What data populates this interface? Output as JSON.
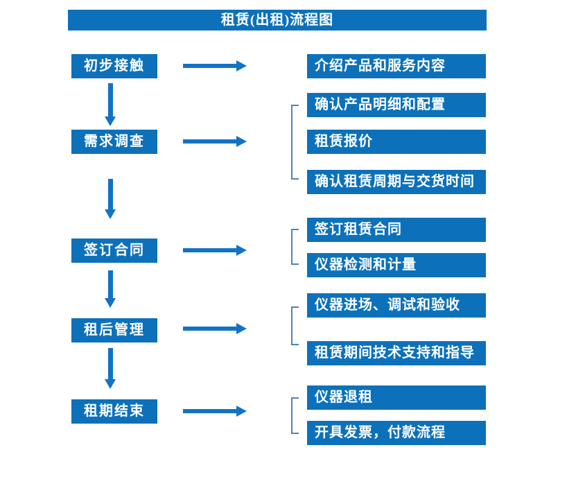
{
  "title": "租赁(出租)流程图",
  "colors": {
    "box_blue": "#0C71BA",
    "arrow_blue": "#1273C4",
    "bracket_blue": "#4F81BD",
    "text_white": "#FFFFFF"
  },
  "steps": [
    {
      "label": "初步接触",
      "outputs": [
        "介绍产品和服务内容"
      ]
    },
    {
      "label": "需求调查",
      "outputs": [
        "确认产品明细和配置",
        "租赁报价",
        "确认租赁周期与交货时间"
      ]
    },
    {
      "label": "签订合同",
      "outputs": [
        "签订租赁合同",
        "仪器检测和计量"
      ]
    },
    {
      "label": "租后管理",
      "outputs": [
        "仪器进场、调试和验收",
        "租赁期间技术支持和指导"
      ]
    },
    {
      "label": "租期结束",
      "outputs": [
        "仪器退租",
        "开具发票，付款流程"
      ]
    }
  ]
}
